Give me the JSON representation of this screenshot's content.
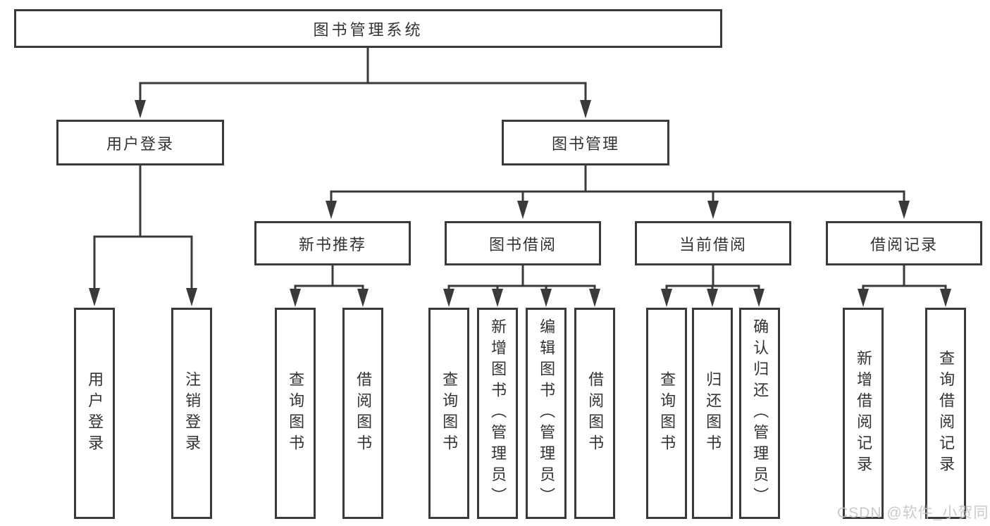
{
  "tree": {
    "root": {
      "label": "图书管理系统"
    },
    "level2": [
      {
        "id": "user-login",
        "label": "用户登录",
        "parent": "图书管理系统"
      },
      {
        "id": "book-management",
        "label": "图书管理",
        "parent": "图书管理系统"
      }
    ],
    "level3": [
      {
        "id": "new-book-recommendation",
        "label": "新书推荐",
        "parent": "图书管理"
      },
      {
        "id": "book-borrowing",
        "label": "图书借阅",
        "parent": "图书管理"
      },
      {
        "id": "current-borrowing",
        "label": "当前借阅",
        "parent": "图书管理"
      },
      {
        "id": "borrowing-records",
        "label": "借阅记录",
        "parent": "图书管理"
      }
    ],
    "leaves": [
      {
        "label": "用户登录",
        "parent": "用户登录"
      },
      {
        "label": "注销登录",
        "parent": "用户登录"
      },
      {
        "label": "查询图书",
        "parent": "新书推荐"
      },
      {
        "label": "借阅图书",
        "parent": "新书推荐"
      },
      {
        "label": "查询图书",
        "parent": "图书借阅"
      },
      {
        "label": "新增图书（管理员）",
        "parent": "图书借阅"
      },
      {
        "label": "编辑图书（管理员）",
        "parent": "图书借阅"
      },
      {
        "label": "借阅图书",
        "parent": "图书借阅"
      },
      {
        "label": "查询图书",
        "parent": "当前借阅"
      },
      {
        "label": "归还图书",
        "parent": "当前借阅"
      },
      {
        "label": "确认归还（管理员）",
        "parent": "当前借阅"
      },
      {
        "label": "新增借阅记录",
        "parent": "借阅记录"
      },
      {
        "label": "查询借阅记录",
        "parent": "借阅记录"
      }
    ]
  },
  "watermark": {
    "text": "CSDN @软件_小贺同学"
  },
  "colors": {
    "line": "#3a3a3a",
    "box_border": "#3a3a3a",
    "text": "#333333",
    "watermark_text": "#c6c6c6",
    "background": "#ffffff"
  }
}
